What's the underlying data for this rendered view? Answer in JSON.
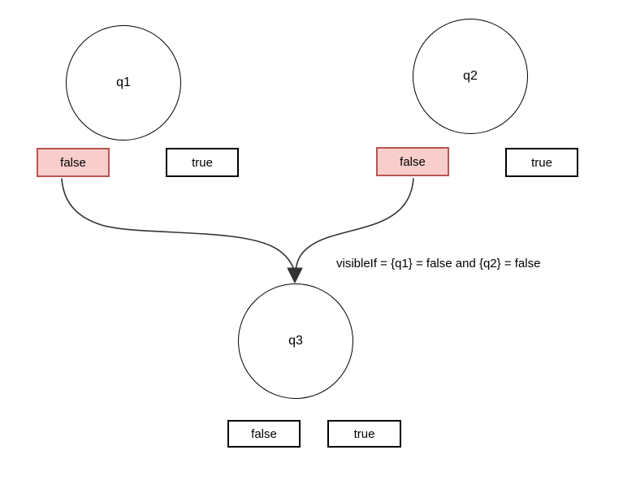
{
  "nodes": {
    "q1": {
      "label": "q1"
    },
    "q2": {
      "label": "q2"
    },
    "q3": {
      "label": "q3"
    }
  },
  "options": {
    "q1_false": {
      "label": "false",
      "state": "highlighted"
    },
    "q1_true": {
      "label": "true",
      "state": "normal"
    },
    "q2_false": {
      "label": "false",
      "state": "highlighted"
    },
    "q2_true": {
      "label": "true",
      "state": "normal"
    },
    "q3_false": {
      "label": "false",
      "state": "normal"
    },
    "q3_true": {
      "label": "true",
      "state": "normal"
    }
  },
  "annotation": {
    "visible_if": "visibleIf = {q1} = false and {q2} = false"
  },
  "edges": {
    "left": {
      "from": "q1_false",
      "to": "q3"
    },
    "right": {
      "from": "q2_false",
      "to": "q3"
    }
  },
  "colors": {
    "selected_fill": "#f8cecc",
    "selected_border": "#b85450",
    "node_border": "#000000",
    "edge": "#333333",
    "background": "#ffffff",
    "text": "#000000"
  }
}
